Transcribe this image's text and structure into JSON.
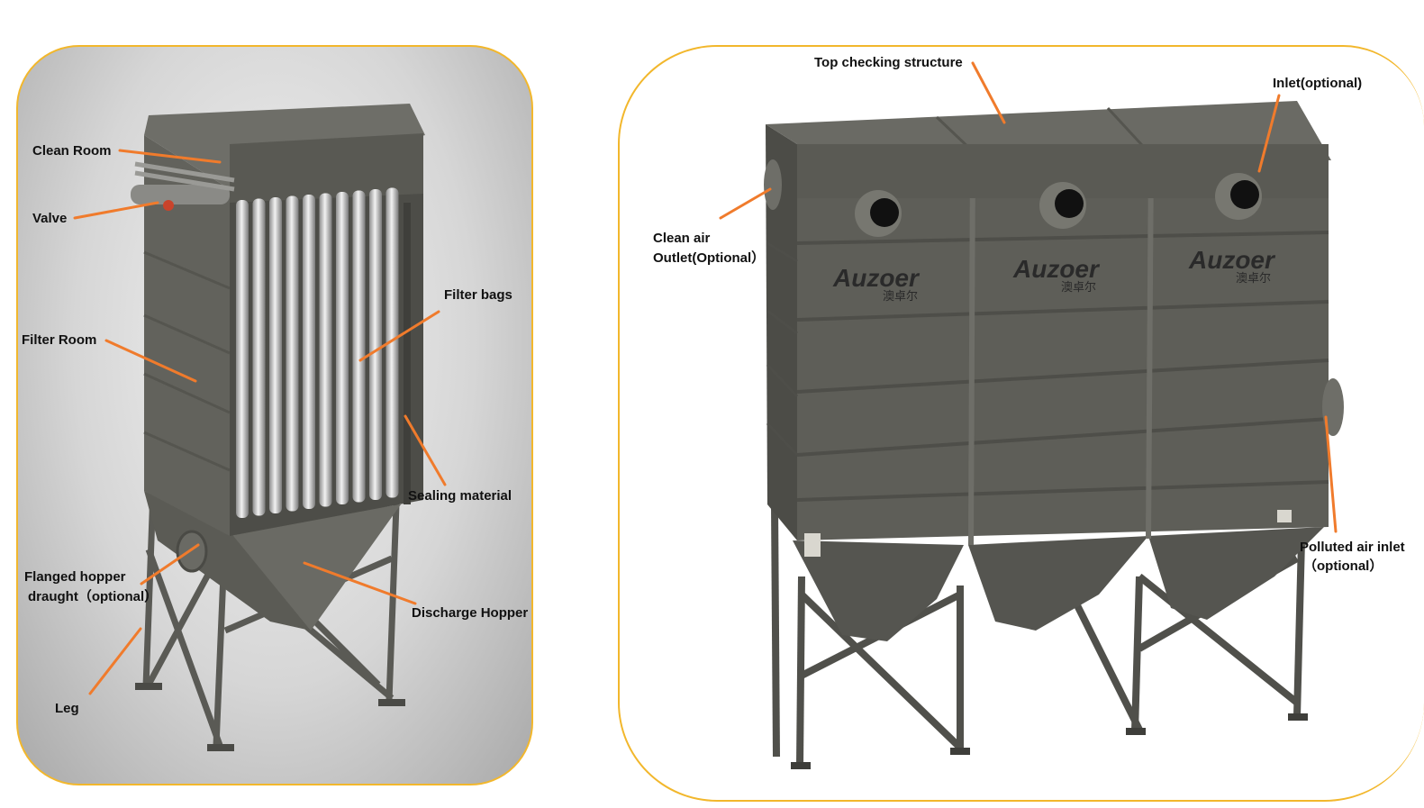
{
  "left_diagram": {
    "labels": {
      "clean_room": "Clean Room",
      "valve": "Valve",
      "filter_room": "Filter Room",
      "filter_bags": "Filter bags",
      "sealing_material": "Sealing material",
      "flanged_hopper_line1": "Flanged hopper",
      "flanged_hopper_line2": "draught（optional）",
      "discharge_hopper": "Discharge Hopper",
      "leg": "Leg"
    }
  },
  "right_diagram": {
    "labels": {
      "top_checking_structure": "Top checking structure",
      "inlet": "Inlet(optional)",
      "clean_air_outlet_line1": "Clean air",
      "clean_air_outlet_line2": "Outlet(Optional）",
      "polluted_air_inlet_line1": "Polluted air inlet",
      "polluted_air_inlet_line2": "（optional）"
    },
    "brand": {
      "name": "Auzoer",
      "chinese": "澳卓尔"
    }
  },
  "colors": {
    "panel_border": "#f2b72c",
    "leader_line": "#f07b2c",
    "equipment_body": "#5e5e58",
    "equipment_dark": "#4b4b46",
    "filter_bag": "#d8d8d8"
  }
}
